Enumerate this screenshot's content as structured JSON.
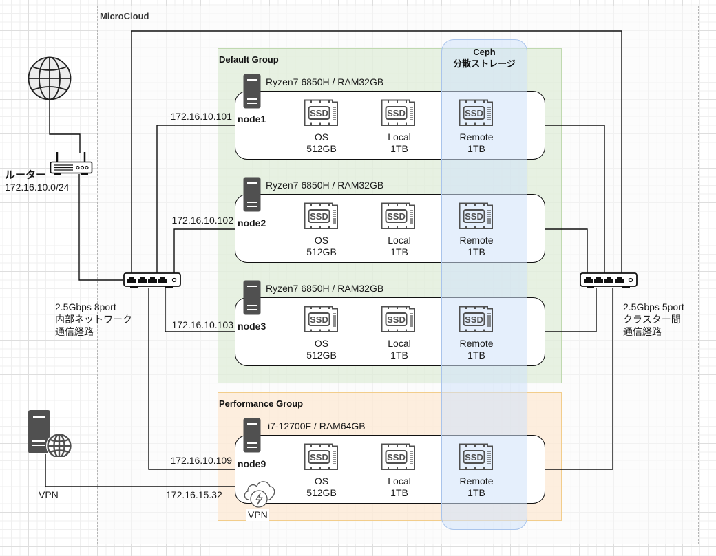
{
  "diagram": {
    "cluster_label": "MicroCloud",
    "internet": {
      "icon": "globe-icon"
    },
    "router": {
      "name": "ルーター",
      "subnet": "172.16.10.0/24",
      "icon": "router-icon"
    },
    "internal_switch": {
      "lines": [
        "2.5Gbps 8port",
        "内部ネットワーク",
        "通信経路"
      ],
      "icon": "network-switch-icon"
    },
    "cluster_switch": {
      "lines": [
        "2.5Gbps 5port",
        "クラスター間",
        "通信経路"
      ],
      "icon": "network-switch-icon"
    },
    "vpn_server": {
      "label": "VPN",
      "icon": "vpn-server-icon"
    },
    "ceph": {
      "title": "Ceph",
      "subtitle": "分散ストレージ"
    },
    "groups": [
      {
        "label": "Default Group",
        "color": "#d5e8d4"
      },
      {
        "label": "Performance Group",
        "color": "#ffe6cc"
      }
    ],
    "icons": {
      "ssd_label": "SSD"
    },
    "nodes": [
      {
        "name": "node1",
        "spec": "Ryzen7 6850H / RAM32GB",
        "ip": "172.16.10.101",
        "disks": [
          {
            "label": "OS",
            "size": "512GB"
          },
          {
            "label": "Local",
            "size": "1TB"
          },
          {
            "label": "Remote",
            "size": "1TB"
          }
        ]
      },
      {
        "name": "node2",
        "spec": "Ryzen7 6850H / RAM32GB",
        "ip": "172.16.10.102",
        "disks": [
          {
            "label": "OS",
            "size": "512GB"
          },
          {
            "label": "Local",
            "size": "1TB"
          },
          {
            "label": "Remote",
            "size": "1TB"
          }
        ]
      },
      {
        "name": "node3",
        "spec": "Ryzen7 6850H / RAM32GB",
        "ip": "172.16.10.103",
        "disks": [
          {
            "label": "OS",
            "size": "512GB"
          },
          {
            "label": "Local",
            "size": "1TB"
          },
          {
            "label": "Remote",
            "size": "1TB"
          }
        ]
      },
      {
        "name": "node9",
        "spec": "i7-12700F / RAM64GB",
        "ip": "172.16.10.109",
        "vpn_ip": "172.16.15.32",
        "vpn_label": "VPN",
        "disks": [
          {
            "label": "OS",
            "size": "512GB"
          },
          {
            "label": "Local",
            "size": "1TB"
          },
          {
            "label": "Remote",
            "size": "1TB"
          }
        ]
      }
    ]
  }
}
